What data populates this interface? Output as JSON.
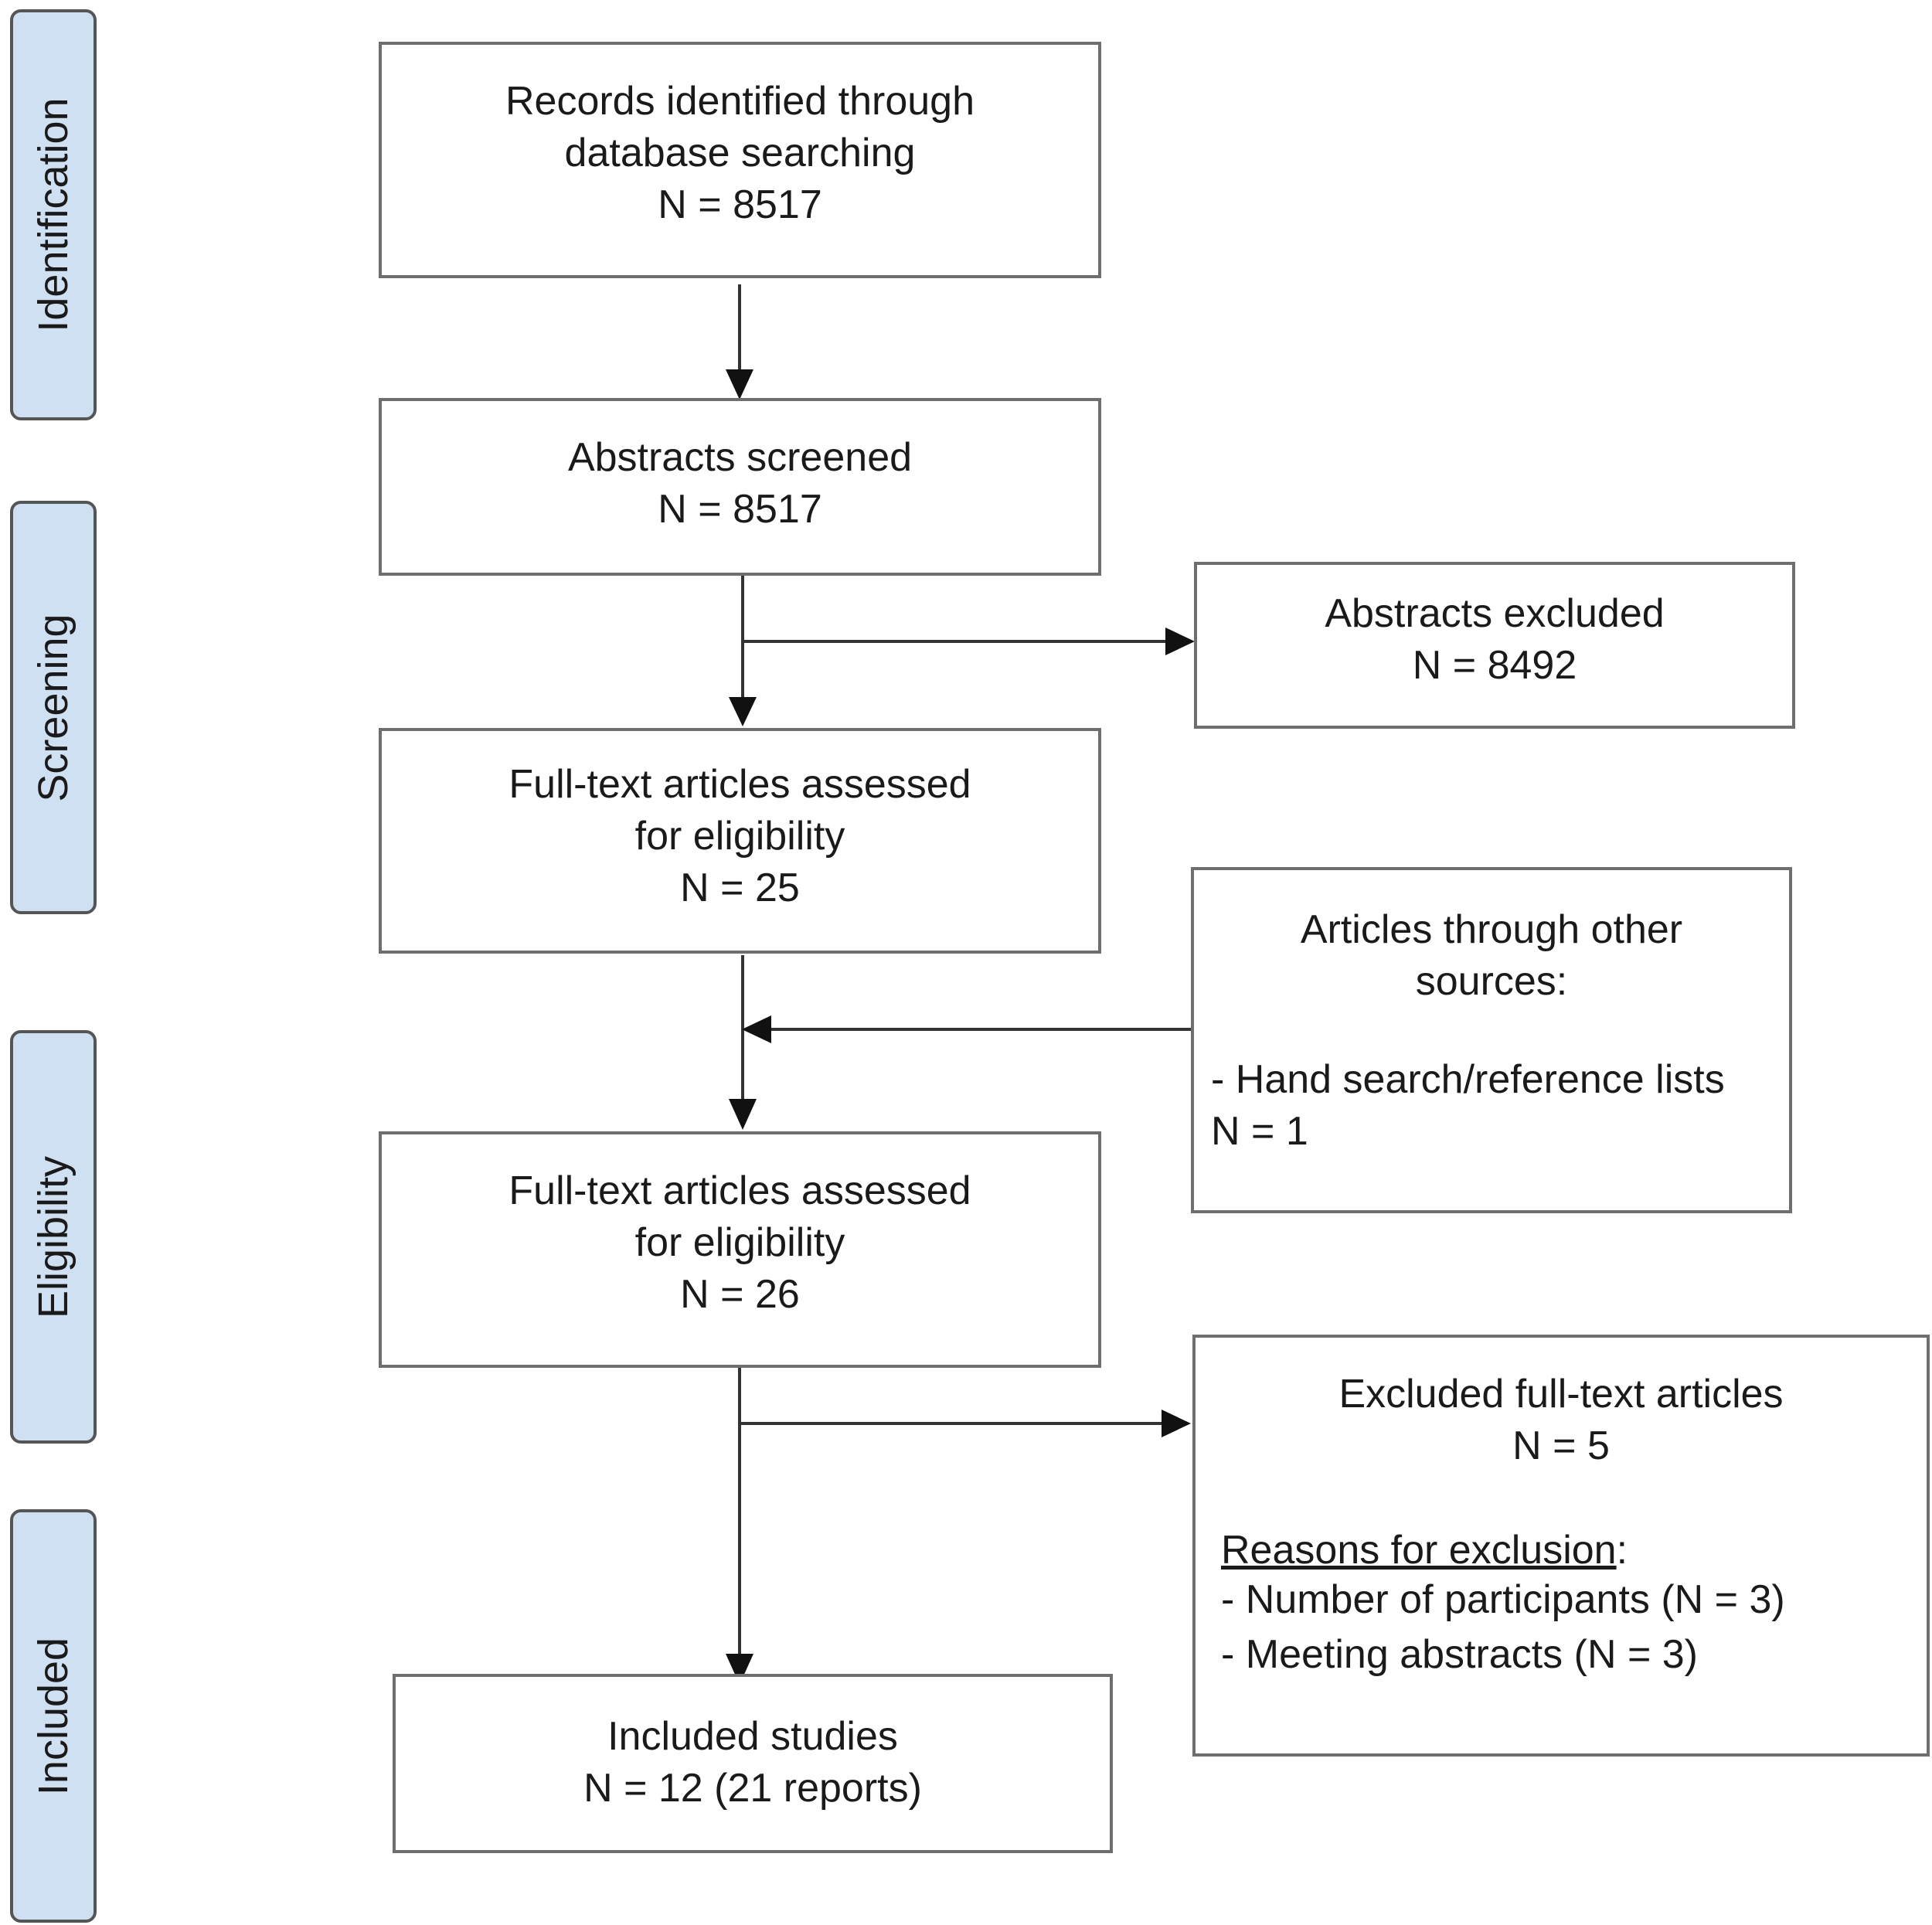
{
  "phases": {
    "identification": "Identification",
    "screening": "Screening",
    "eligibility": "Eligibility",
    "included": "Included"
  },
  "boxes": {
    "records": {
      "line1": "Records identified through",
      "line2": "database searching",
      "count": "N = 8517"
    },
    "abstracts_screened": {
      "line1": "Abstracts screened",
      "count": "N = 8517"
    },
    "abstracts_excluded": {
      "line1": "Abstracts excluded",
      "count": "N = 8492"
    },
    "fulltext_25": {
      "line1": "Full-text articles assessed",
      "line2": "for eligibility",
      "count": "N = 25"
    },
    "other_sources": {
      "line1": "Articles through other",
      "line2": "sources:",
      "item": "- Hand search/reference lists",
      "count": "N = 1"
    },
    "fulltext_26": {
      "line1": "Full-text articles assessed",
      "line2": "for eligibility",
      "count": "N = 26"
    },
    "excluded_fulltext": {
      "line1": "Excluded full-text articles",
      "count": "N = 5",
      "reasons_heading": "Reasons for exclusion",
      "reasons_colon": ":",
      "reason1": "- Number of participants (N = 3)",
      "reason2": "- Meeting abstracts (N = 3)"
    },
    "included": {
      "line1": "Included studies",
      "count": "N = 12 (21 reports)"
    }
  }
}
